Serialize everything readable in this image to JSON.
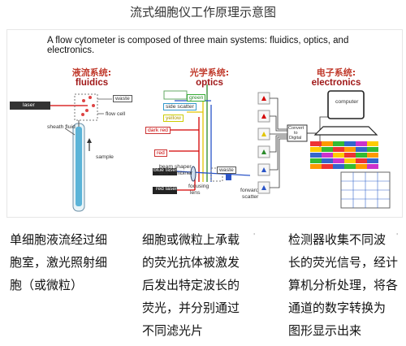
{
  "title": "流式细胞仪工作原理示意图",
  "intro": "A flow cytometer is composed of three main systems: fluidics, optics, and electronics.",
  "systems": [
    {
      "zh": "液流系统:",
      "en": "fluidics"
    },
    {
      "zh": "光学系统:",
      "en": "optics"
    },
    {
      "zh": "电子系统:",
      "en": "electronics"
    }
  ],
  "fluidics_labels": {
    "laser": "laser",
    "waste": "waste",
    "flow_cell": "flow cell",
    "sheath_fluid": "sheath fluid",
    "sample": "sample"
  },
  "optics_labels": {
    "side_scatter": "side scatter",
    "green": "green",
    "yellow": "yellow",
    "dark_red": "dark red",
    "red": "red",
    "blue_laser": "blue laser",
    "red_laser": "red laser",
    "beam_shaper_1": "beam shaper",
    "beam_shaper_2": "and combiner",
    "focusing_1": "focusing",
    "focusing_2": "lens",
    "waste": "waste",
    "forward_1": "forward",
    "forward_2": "scatter"
  },
  "electronics_labels": {
    "computer": "computer",
    "converter_1": "Convert",
    "converter_2": "to",
    "converter_3": "Digital"
  },
  "captions": {
    "fluidics": [
      "单细胞液流经过细",
      "胞室，激光照射细",
      "胞（或微粒）"
    ],
    "optics": [
      "细胞或微粒上承载",
      "的荧光抗体被激发",
      "后发出特定波长的",
      "荧光，并分别通过",
      "不同滤光片"
    ],
    "electronics": [
      "检测器收集不同波",
      "长的荧光信号，经计",
      "算机分析处理，将各",
      "通道的数字转换为",
      "图形显示出来"
    ]
  },
  "marks": {
    "mid": "'",
    "right": "'"
  },
  "colors": {
    "heading_red": "#a01818",
    "laser_beam": "#d40000",
    "blue_beam": "#2a54c8"
  }
}
